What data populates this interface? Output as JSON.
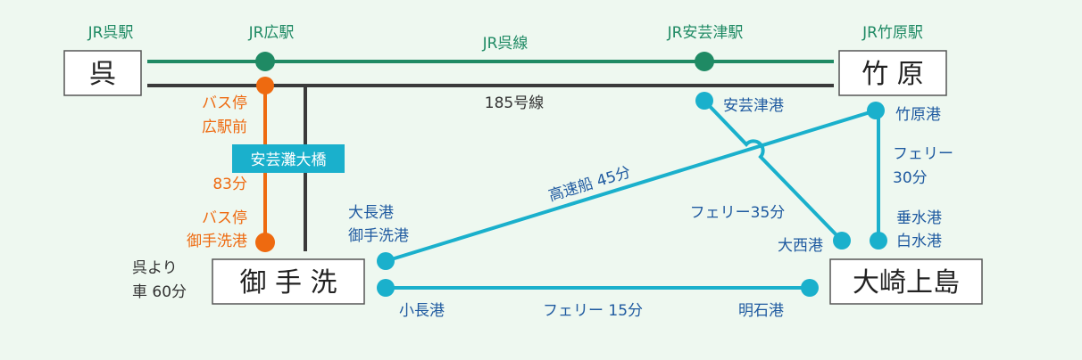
{
  "colors": {
    "background": "#eef8f0",
    "jr_line": "#1f8a64",
    "route_185": "#3a3a3a",
    "bus": "#ee6a10",
    "sea_route": "#1ab0cc",
    "port_label": "#1f5aa0",
    "bridge_fill": "#1ab0cc"
  },
  "stations": {
    "kure": "JR呉駅",
    "hiro": "JR広駅",
    "akitsu": "JR安芸津駅",
    "takehara": "JR竹原駅"
  },
  "lines": {
    "jr": "JR呉線",
    "road": "185号線"
  },
  "places": {
    "kure": "呉",
    "takehara": "竹 原",
    "mitarai": "御 手 洗",
    "osakikamijima": "大崎上島"
  },
  "bus": {
    "stop1_line1": "バス停",
    "stop1_line2": "広駅前",
    "time": "83分",
    "stop2_line1": "バス停",
    "stop2_line2": "御手洗港"
  },
  "bridge": "安芸灘大橋",
  "car": {
    "line1": "呉より",
    "line2": "車  60分"
  },
  "ports": {
    "ocho_line1": "大長港",
    "ocho_line2": "御手洗港",
    "kocho": "小長港",
    "meiseki": "明石港",
    "akitsu": "安芸津港",
    "takehara": "竹原港",
    "onishi": "大西港",
    "taru_line1": "垂水港",
    "taru_line2": "白水港"
  },
  "routes": {
    "highspeed": "高速船  45分",
    "ferry15": "フェリー  15分",
    "ferry35": "フェリー35分",
    "ferry30_line1": "フェリー",
    "ferry30_line2": "30分"
  }
}
